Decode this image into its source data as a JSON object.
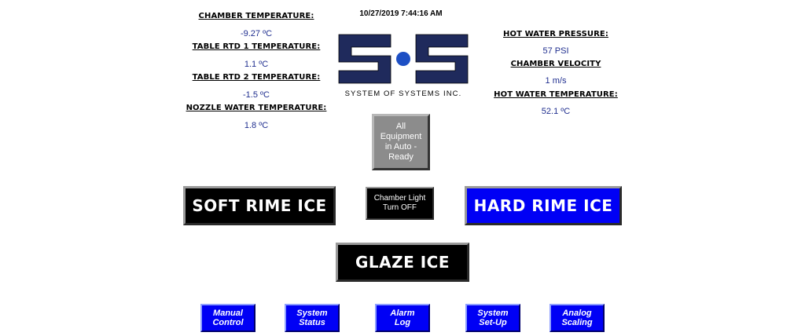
{
  "header": {
    "timestamp": "10/27/2019 7:44:16 AM"
  },
  "logo": {
    "caption": "SYSTEM OF SYSTEMS INC.",
    "color": "#1f2a5c",
    "dot_color": "#1d4fc4"
  },
  "left_readings": [
    {
      "label": "CHAMBER TEMPERATURE:",
      "value": "-9.27 ºC"
    },
    {
      "label": "TABLE RTD 1 TEMPERATURE:",
      "value": "1.1 ºC"
    },
    {
      "label": "TABLE RTD 2 TEMPERATURE:",
      "value": "-1.5 ºC"
    },
    {
      "label": "NOZZLE WATER TEMPERATURE:",
      "value": "1.8 ºC"
    }
  ],
  "right_readings": [
    {
      "label": "HOT WATER PRESSURE:",
      "value": "57 PSI"
    },
    {
      "label": "CHAMBER VELOCITY",
      "value": "1 m/s"
    },
    {
      "label": "HOT WATER TEMPERATURE:",
      "value": "52.1 ºC"
    }
  ],
  "status": {
    "text": "All Equipment in Auto - Ready"
  },
  "modes": {
    "soft": "SOFT RIME ICE",
    "hard": "HARD RIME ICE",
    "glaze": "GLAZE ICE"
  },
  "chamber_light": {
    "line1": "Chamber Light",
    "line2": "Turn OFF"
  },
  "nav": [
    {
      "line1": "Manual",
      "line2": "Control"
    },
    {
      "line1": "System",
      "line2": "Status"
    },
    {
      "line1": "Alarm",
      "line2": "Log"
    },
    {
      "line1": "System",
      "line2": "Set-Up"
    },
    {
      "line1": "Analog",
      "line2": "Scaling"
    }
  ],
  "colors": {
    "value_text": "#1f2e8f",
    "hard_rime": "#0000f5",
    "nav_button": "#0000f5",
    "status_box": "#8c8c8c"
  }
}
